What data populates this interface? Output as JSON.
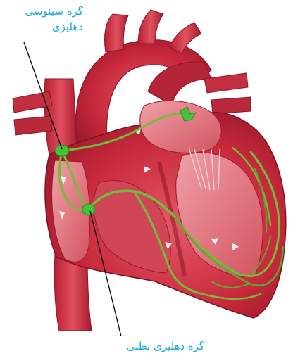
{
  "labels": {
    "sa_node_line1": "گره سینوسی",
    "sa_node_line2": "دهلیزی",
    "av_node": "گره دهلیزی بطنی"
  },
  "colors": {
    "label_text": "#1aa6e3",
    "heart_muscle": "#c8283c",
    "heart_dark": "#8e1626",
    "heart_light": "#e8808a",
    "conduction_fibers": "#6fbf3a",
    "sa_node": "#46c23a",
    "leader_lines": "#000000"
  }
}
